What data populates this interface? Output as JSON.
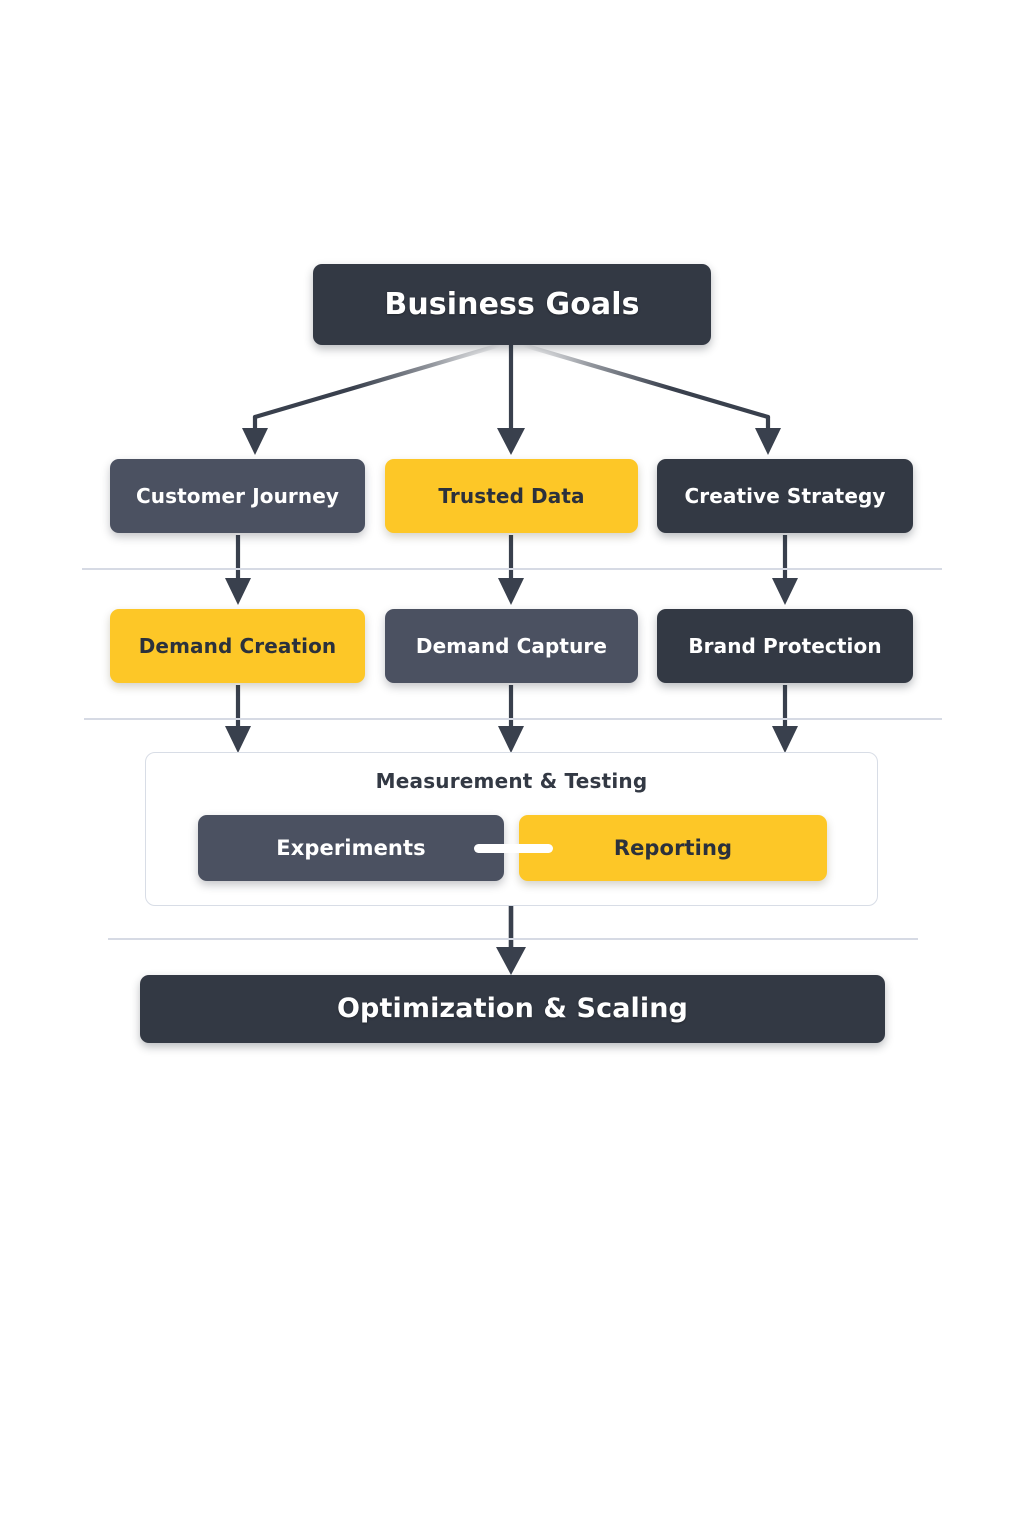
{
  "diagram": {
    "title_node": {
      "label": "Business Goals"
    },
    "pillars": [
      {
        "label": "Customer Journey",
        "style": "dark-slate"
      },
      {
        "label": "Trusted Data",
        "style": "yellow"
      },
      {
        "label": "Creative Strategy",
        "style": "dark-deep"
      }
    ],
    "motions": [
      {
        "label": "Demand Creation",
        "style": "yellow"
      },
      {
        "label": "Demand Capture",
        "style": "dark-slate"
      },
      {
        "label": "Brand Protection",
        "style": "dark-deep"
      }
    ],
    "measurement": {
      "title": "Measurement & Testing",
      "items": [
        {
          "label": "Experiments",
          "style": "dark-slate"
        },
        {
          "label": "Reporting",
          "style": "yellow"
        }
      ]
    },
    "outcome": {
      "label": "Optimization & Scaling"
    }
  },
  "colors": {
    "dark_deep": "#333944",
    "dark_slate": "#4b5161",
    "yellow": "#fdc727",
    "arrow": "#39404d",
    "divider": "#d6dae4",
    "panel_border": "#d8dde6",
    "background": "#ffffff"
  }
}
